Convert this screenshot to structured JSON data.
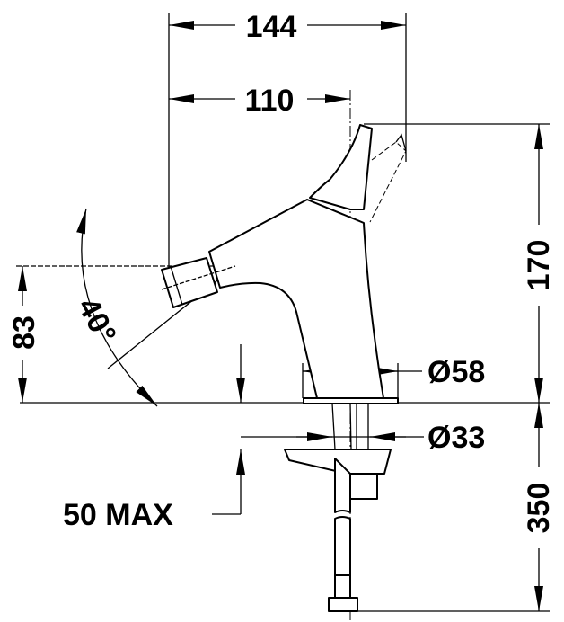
{
  "dimensions": {
    "overall_width": "144",
    "spout_reach": "110",
    "height": "170",
    "spout_height": "83",
    "spout_angle": "40°",
    "base_diameter": "Ø58",
    "shank_diameter": "Ø33",
    "max_counter_thickness": "50 MAX",
    "hose_length": "350"
  },
  "colors": {
    "line": "#000000",
    "background": "#ffffff"
  }
}
